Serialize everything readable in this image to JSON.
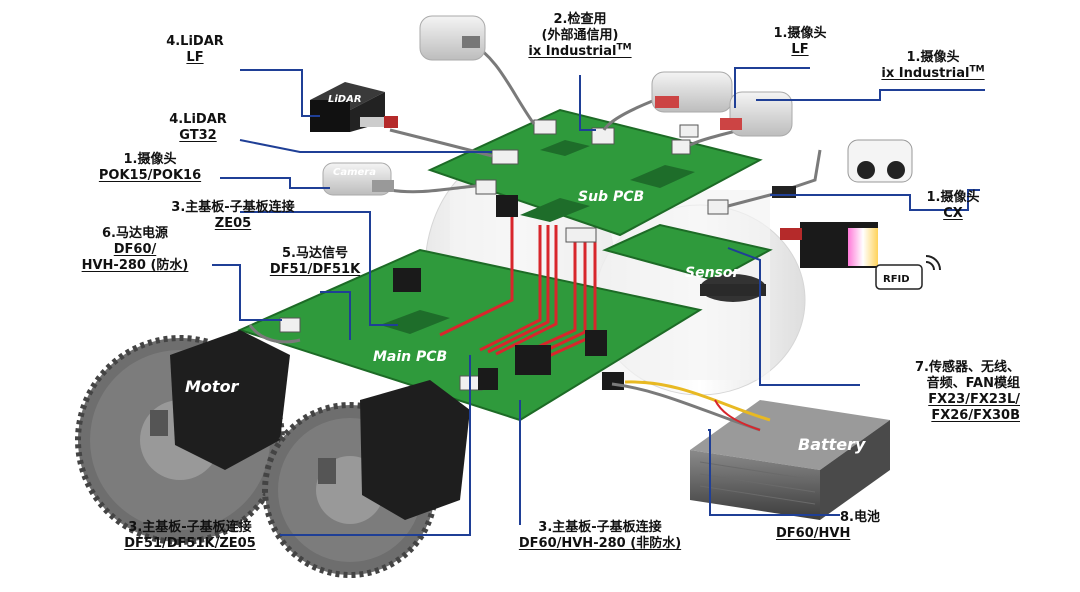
{
  "colors": {
    "pcb": "#2f9a3c",
    "pcb_edge": "#1d6b26",
    "leader": "#1f3f96",
    "motor_body": "#1e1e1e",
    "gear": "#6e6e6e",
    "battery": "#5a5a5a",
    "cable_red": "#d8262c"
  },
  "board_labels": {
    "sub_pcb": "Sub PCB",
    "main_pcb": "Main PCB",
    "sensor": "Sensor",
    "motor": "Motor",
    "battery": "Battery",
    "lidar": "LiDAR",
    "camera": "Camera",
    "rfid": "RFID"
  },
  "callouts": {
    "lidar_lf": {
      "title": "4.LiDAR",
      "part": "LF"
    },
    "lidar_gt32": {
      "title": "4.LiDAR",
      "part": "GT32"
    },
    "inspection": {
      "title": "2.检查用",
      "subtitle": "(外部通信用)",
      "part": "ix Industrial",
      "tm": "TM"
    },
    "camera_lf": {
      "title": "1.摄像头",
      "part": "LF"
    },
    "camera_ix": {
      "title": "1.摄像头",
      "part": "ix Industrial",
      "tm": "TM"
    },
    "camera_pok": {
      "title": "1.摄像头",
      "part": "POK15/POK16"
    },
    "board_ze05": {
      "title": "3.主基板-子基板连接",
      "part": "ZE05"
    },
    "motor_power": {
      "title": "6.马达电源",
      "line2": "DF60/",
      "part": "HVH-280 (防水)"
    },
    "motor_signal": {
      "title": "5.马达信号",
      "part": "DF51/DF51K"
    },
    "camera_cx": {
      "title": "1.摄像头",
      "part": "CX"
    },
    "sensors": {
      "title": "7.传感器、无线、",
      "line2": "音频、FAN模组",
      "part": "FX23/FX23L/",
      "part2": "FX26/FX30B"
    },
    "board_df51": {
      "title": "3.主基板-子基板连接",
      "part": "DF51/DF51K/ZE05"
    },
    "board_df60": {
      "title": "3.主基板-子基板连接",
      "part": "DF60/HVH-280 (非防水)"
    },
    "battery": {
      "title": "8.电池",
      "part": "DF60/HVH"
    }
  }
}
